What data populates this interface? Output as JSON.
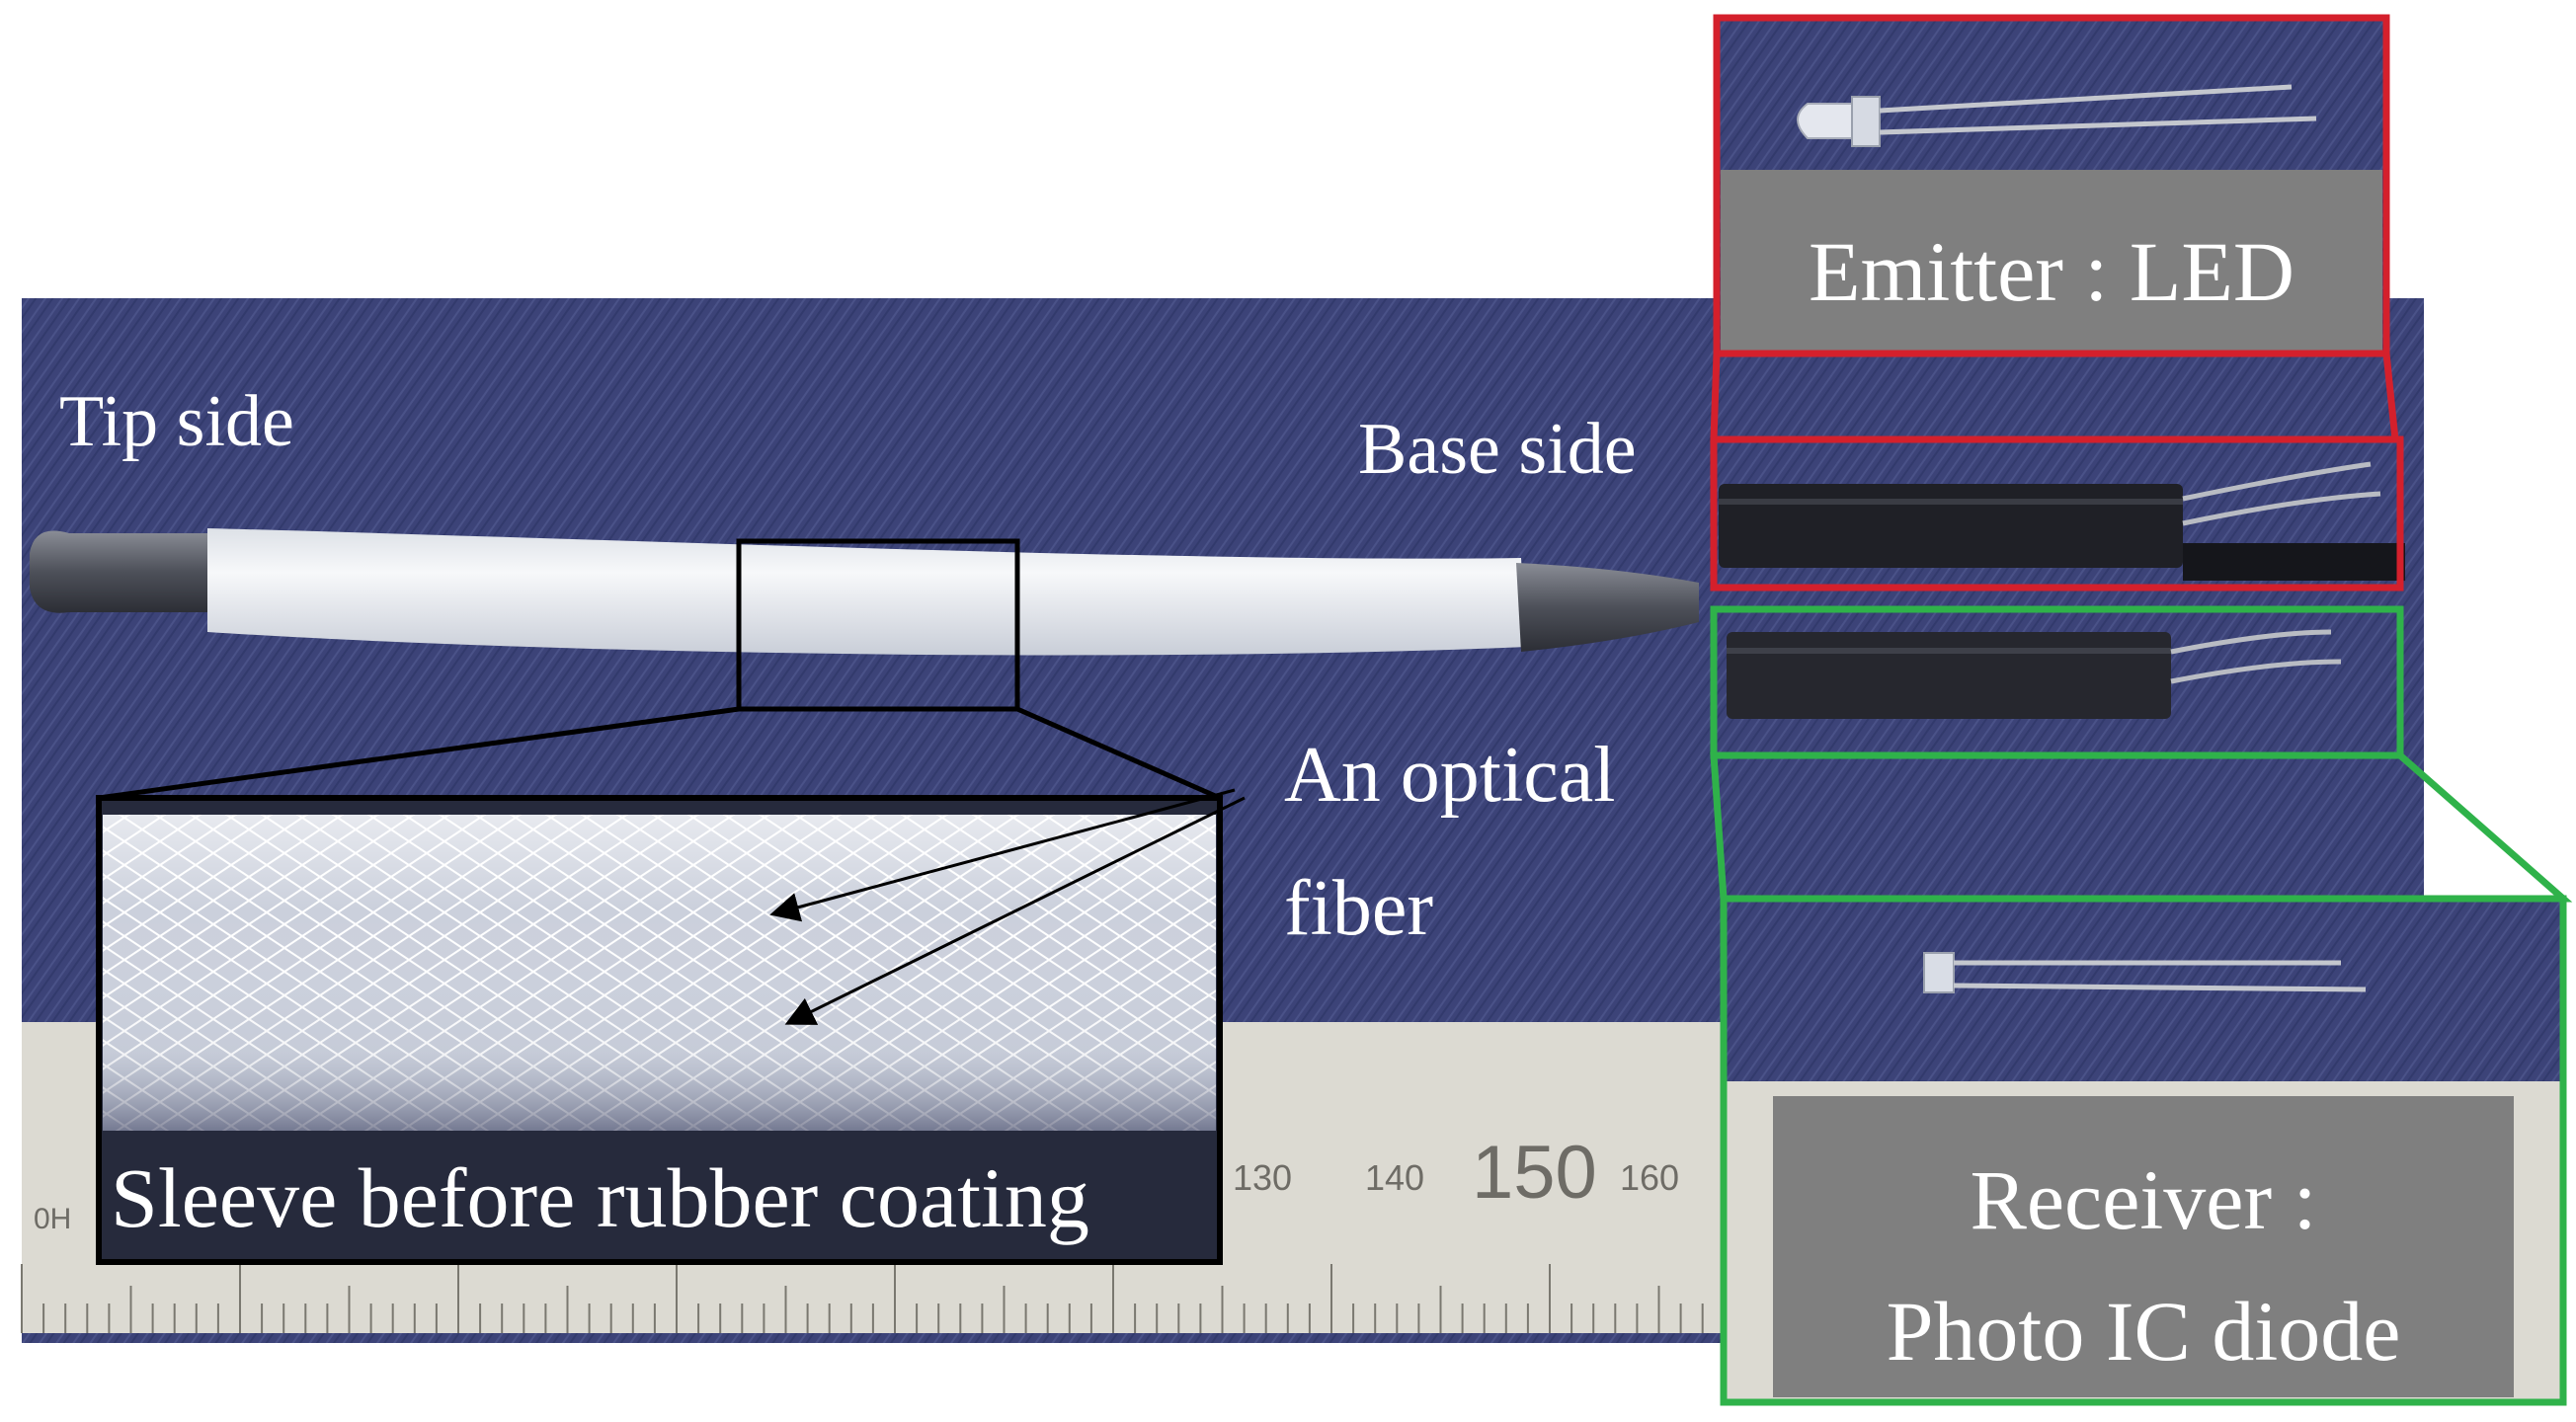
{
  "labels": {
    "tip_side": "Tip side",
    "base_side": "Base side",
    "optical_fiber_line1": "An optical",
    "optical_fiber_line2": "fiber",
    "sleeve_caption": "Sleeve before rubber coating",
    "emitter": "Emitter : LED",
    "receiver_line1": "Receiver :",
    "receiver_line2": "Photo IC diode"
  },
  "ruler": {
    "tick_labels": [
      "0H",
      "130",
      "140",
      "150",
      "160"
    ]
  },
  "colors": {
    "background_cloth": "#3b4277",
    "emitter_frame": "#d4202c",
    "receiver_frame": "#2fb24a",
    "caption_box": "#7f7f7f",
    "ruler": "#dcdad2",
    "sleeve_tube": "#eef0f2"
  }
}
